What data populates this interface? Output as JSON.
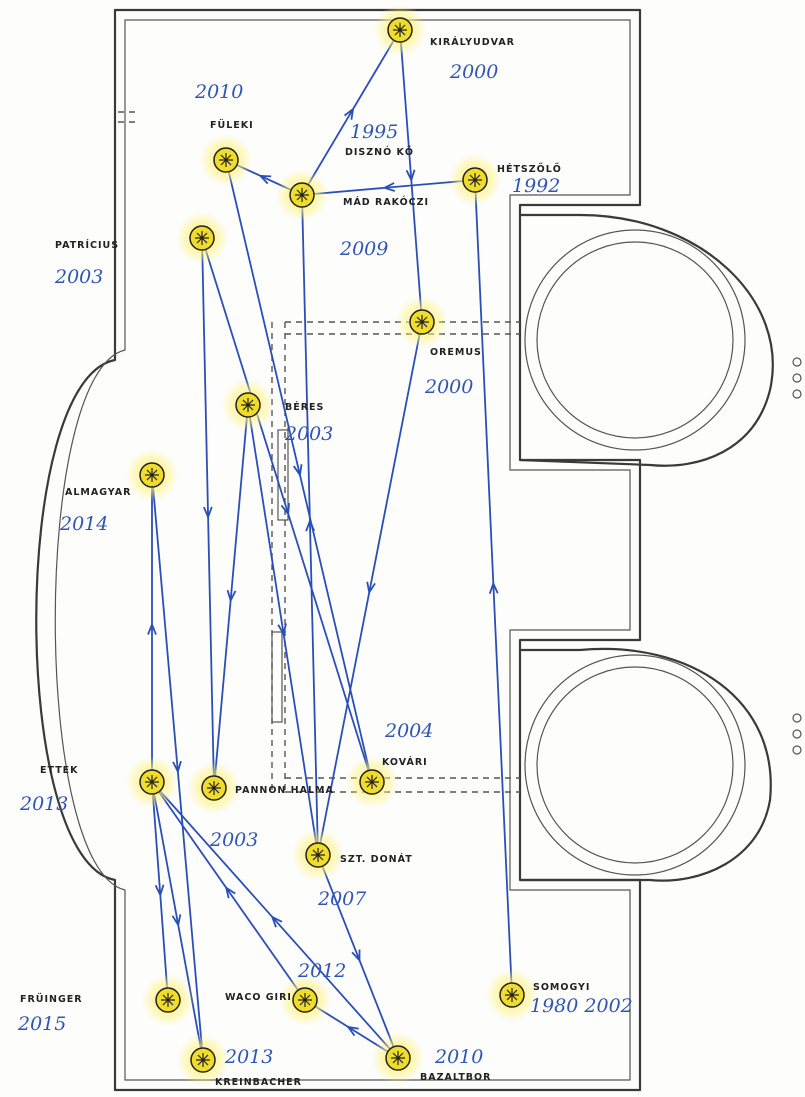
{
  "nodes": [
    {
      "id": "kiralyudvar",
      "label": "KIRÁLYUDVAR",
      "year": "2000"
    },
    {
      "id": "fuleki",
      "label": "FÜLEKI",
      "year": "2010"
    },
    {
      "id": "disznoko",
      "label": "DISZNÓ KŐ",
      "year": "1995"
    },
    {
      "id": "hetszolo",
      "label": "HÉTSZŐLŐ",
      "year": "1992"
    },
    {
      "id": "mad",
      "label": "MÁD RAKÓCZI",
      "year": "2009"
    },
    {
      "id": "patricius",
      "label": "PATRÍCIUS",
      "year": "2003"
    },
    {
      "id": "oremus",
      "label": "OREMUS",
      "year": "2000"
    },
    {
      "id": "beret",
      "label": "BÉRES",
      "year": "2003"
    },
    {
      "id": "almagyar",
      "label": "ALMAGYAR",
      "year": "2014"
    },
    {
      "id": "kovari",
      "label": "KOVÁRI",
      "year": "2004"
    },
    {
      "id": "erzek",
      "label": "ETTEK",
      "year": "2013"
    },
    {
      "id": "pannonhalma",
      "label": "PANNON HALMA",
      "year": "2003"
    },
    {
      "id": "szentdonat",
      "label": "SZT. DONÁT",
      "year": "2007"
    },
    {
      "id": "haraszthy",
      "label": "WACO GIRI",
      "year": "2012"
    },
    {
      "id": "pfaffl",
      "label": "FRÜINGER",
      "year": "2015"
    },
    {
      "id": "kreinbacher",
      "label": "KREINBACHER",
      "year": "2013"
    },
    {
      "id": "bazaltbor",
      "label": "BAZALTBOR",
      "year": "2010"
    },
    {
      "id": "somogyi",
      "label": "SOMOGYI",
      "year": "1980 2002"
    }
  ],
  "edges": [
    [
      "mad",
      "kiralyudvar"
    ],
    [
      "kiralyudvar",
      "oremus"
    ],
    [
      "hetszolo",
      "mad"
    ],
    [
      "mad",
      "fuleki"
    ],
    [
      "fuleki",
      "kovari"
    ],
    [
      "patricius",
      "kovari"
    ],
    [
      "patricius",
      "pannonhalma"
    ],
    [
      "beret",
      "szentdonat"
    ],
    [
      "beret",
      "pannonhalma"
    ],
    [
      "oremus",
      "szentdonat"
    ],
    [
      "szentdonat",
      "mad"
    ],
    [
      "almagyar",
      "kreinbacher"
    ],
    [
      "erzek",
      "almagyar"
    ],
    [
      "erzek",
      "pfaffl"
    ],
    [
      "bazaltbor",
      "erzek"
    ],
    [
      "haraszthy",
      "erzek"
    ],
    [
      "bazaltbor",
      "haraszthy"
    ],
    [
      "szentdonat",
      "bazaltbor"
    ],
    [
      "somogyi",
      "hetszolo"
    ],
    [
      "erzek",
      "kreinbacher"
    ]
  ],
  "colors": {
    "edge": "#2a4fb8",
    "node_fill": "#f0dc2c",
    "node_glow": "#fff27a",
    "year": "#2f55b6",
    "label": "#222222"
  }
}
